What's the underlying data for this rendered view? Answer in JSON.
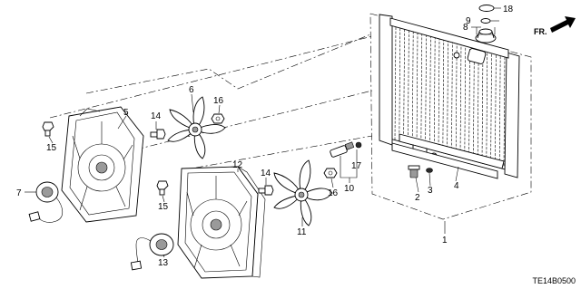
{
  "diagram": {
    "code": "TE14B0500",
    "direction_label": "FR.",
    "callouts": [
      "1",
      "2",
      "3",
      "4",
      "5",
      "6",
      "7",
      "8",
      "9",
      "10",
      "11",
      "12",
      "13",
      "14",
      "14",
      "15",
      "15",
      "16",
      "16",
      "17",
      "18"
    ]
  }
}
